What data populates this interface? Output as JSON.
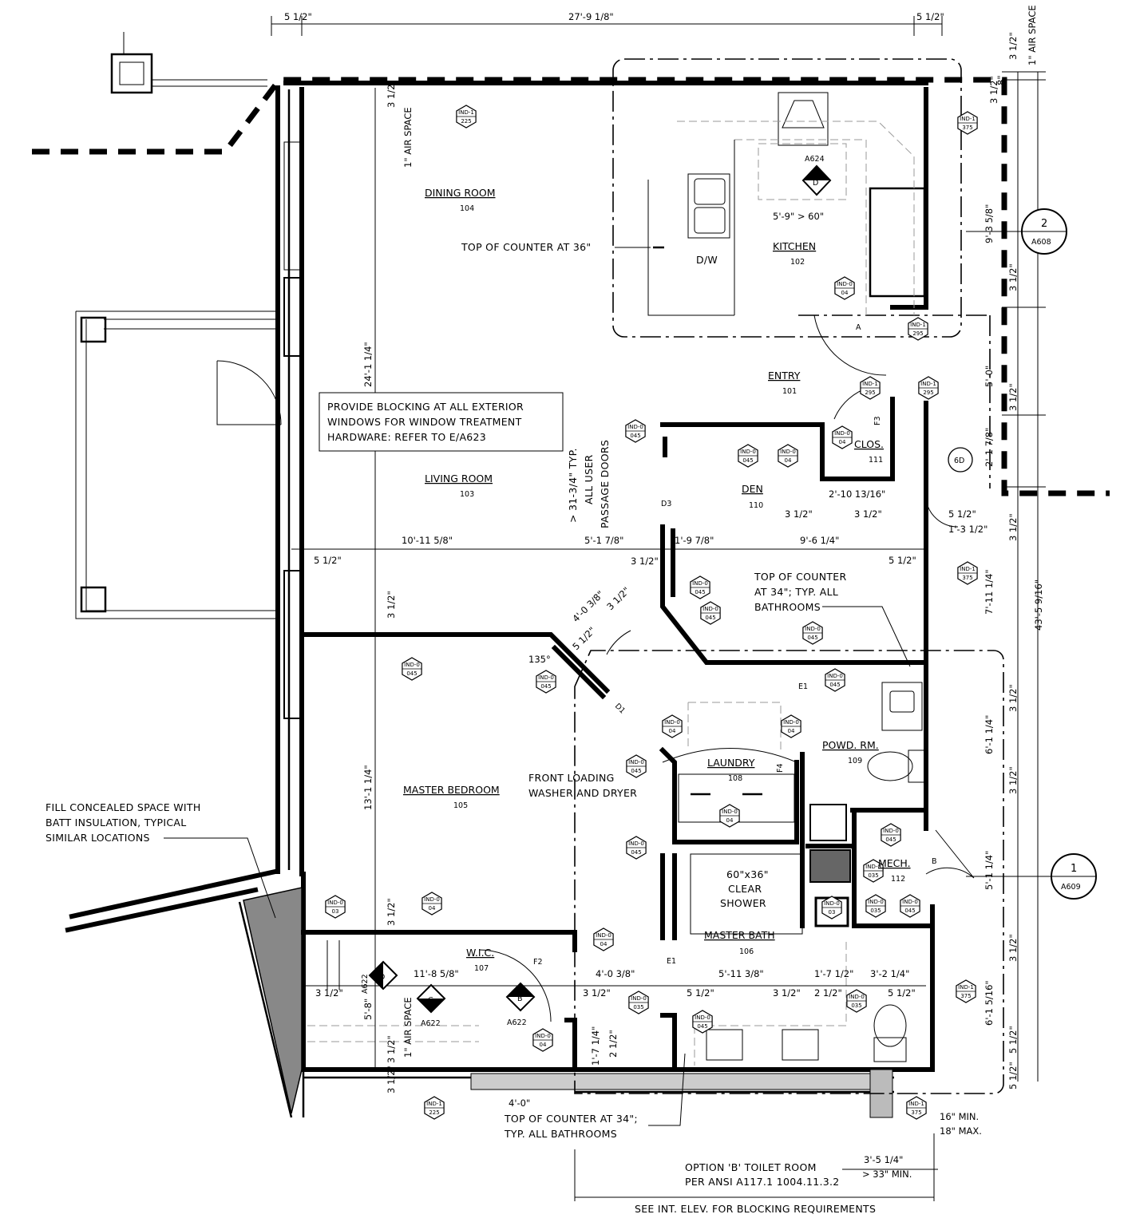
{
  "rooms": {
    "dining": {
      "name": "DINING ROOM",
      "num": "104"
    },
    "kitchen": {
      "name": "KITCHEN",
      "num": "102"
    },
    "entry": {
      "name": "ENTRY",
      "num": "101"
    },
    "living": {
      "name": "LIVING ROOM",
      "num": "103"
    },
    "den": {
      "name": "DEN",
      "num": "110"
    },
    "clos": {
      "name": "CLOS.",
      "num": "111"
    },
    "master_bedroom": {
      "name": "MASTER BEDROOM",
      "num": "105"
    },
    "laundry": {
      "name": "LAUNDRY",
      "num": "108"
    },
    "powd": {
      "name": "POWD. RM.",
      "num": "109"
    },
    "mech": {
      "name": "MECH.",
      "num": "112"
    },
    "master_bath": {
      "name": "MASTER BATH",
      "num": "106"
    },
    "wic": {
      "name": "W.I.C.",
      "num": "107"
    }
  },
  "notes": {
    "dw": "D/W",
    "counter36": "TOP OF COUNTER AT 36\"",
    "blocking1": "PROVIDE BLOCKING AT ALL EXTERIOR",
    "blocking2": "WINDOWS FOR WINDOW TREATMENT",
    "blocking3": "HARDWARE: REFER TO E/A623",
    "doors1": "> 31-3/4\" TYP.",
    "doors2": "ALL USER",
    "doors3": "PASSAGE DOORS",
    "counter34a1": "TOP OF COUNTER",
    "counter34a2": "AT 34\"; TYP. ALL",
    "counter34a3": "BATHROOMS",
    "washer1": "FRONT LOADING",
    "washer2": "WASHER AND DRYER",
    "batt1": "FILL CONCEALED SPACE WITH",
    "batt2": "BATT INSULATION, TYPICAL",
    "batt3": "SIMILAR LOCATIONS",
    "shower1": "60\"x36\"",
    "shower2": "CLEAR",
    "shower3": "SHOWER",
    "counter34b1": "TOP OF COUNTER AT 34\";",
    "counter34b2": "TYP. ALL BATHROOMS",
    "toilet1": "OPTION 'B' TOILET ROOM",
    "toilet2": "PER ANSI A117.1 1004.11.3.2",
    "see_int": "SEE INT. ELEV. FOR BLOCKING REQUIREMENTS",
    "air_space": "1\" AIR SPACE",
    "min16": "16\" MIN.",
    "max18": "18\" MAX.",
    "min33": "> 33\" MIN.",
    "angle135": "135°",
    "turn": "5'-9\" > 60\""
  },
  "dims": {
    "d5half": "5 1/2\"",
    "d3half": "3 1/2\"",
    "d2half": "2 1/2\"",
    "top_width": "27'-9 1/8\"",
    "d8": "8\"",
    "d9_3_5_8": "9'-3 5/8\"",
    "d5_0": "5'-0\"",
    "d2_1_7_8": "2'-1 7/8\"",
    "d1_3_1_2": "1'-3 1/2\"",
    "d7_11_1_4": "7'-11 1/4\"",
    "d43_5_9_16": "43'-5 9/16\"",
    "d6_1_1_4": "6'-1 1/4\"",
    "d5_1_1_4": "5'-1 1/4\"",
    "d6_15_16": "6'-1 5/16\"",
    "d24_1_1_4": "24'-1 1/4\"",
    "d13_1_1_4": "13'-1 1/4\"",
    "d10_11_5_8": "10'-11 5/8\"",
    "d5_1_7_8": "5'-1 7/8\"",
    "d1_9_7_8": "1'-9 7/8\"",
    "d9_6_1_4": "9'-6 1/4\"",
    "d2_10_13_16": "2'-10 13/16\"",
    "d4_0_3_8": "4'-0 3/8\"",
    "d11_8_5_8": "11'-8 5/8\"",
    "d5_11_3_8": "5'-11 3/8\"",
    "d1_7_1_2": "1'-7 1/2\"",
    "d3_2_1_4": "3'-2 1/4\"",
    "d5_8": "5'-8\"",
    "d1_7_1_4": "1'-7 1/4\"",
    "d2_1_2": "2 1/2\"",
    "d4_0": "4'-0\"",
    "d3_5_1_4": "3'-5 1/4\""
  },
  "markers": {
    "a624": "A624",
    "d": "D",
    "c": "C",
    "b": "B",
    "a622": "A622",
    "a608n": "2",
    "a608": "A608",
    "a609n": "1",
    "a609": "A609",
    "d3": "D3",
    "d1": "D1",
    "e1": "E1",
    "f2": "F2",
    "f3": "F3",
    "f4": "F4",
    "a": "A",
    "b_door": "B",
    "six_d": "6D"
  },
  "tags": {
    "ind0": "IND-0",
    "ind1": "IND-1",
    "t04": "04",
    "t045": "045",
    "t035": "035",
    "t03": "03",
    "t225": "225",
    "t375": "375",
    "t295": "295"
  }
}
